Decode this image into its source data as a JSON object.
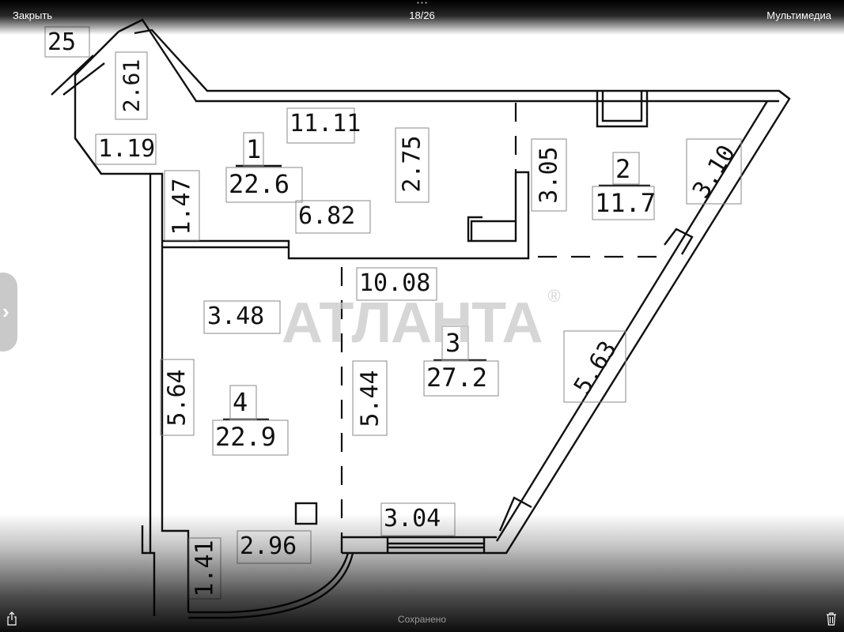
{
  "topbar": {
    "close_label": "Закрыть",
    "counter": "18/26",
    "media_label": "Мультимедиа"
  },
  "bottombar": {
    "status": "Сохранено",
    "share_icon": "share-icon",
    "trash_icon": "trash-icon"
  },
  "navigation": {
    "next_arrow": "›"
  },
  "image": {
    "type": "floor plan",
    "watermark": "АТЛАНТА",
    "watermark_mark": "®",
    "rooms": [
      {
        "number": "1",
        "area": "22.6"
      },
      {
        "number": "2",
        "area": "11.7"
      },
      {
        "number": "3",
        "area": "27.2"
      },
      {
        "number": "4",
        "area": "22.9"
      }
    ],
    "dimensions": {
      "d25": "25",
      "d261": "2.61",
      "d119": "1.19",
      "d1111": "11.11",
      "d275": "2.75",
      "d147": "1.47",
      "d682": "6.82",
      "d305": "3.05",
      "d310": "3.10",
      "d1008": "10.08",
      "d348": "3.48",
      "d564": "5.64",
      "d544": "5.44",
      "d563": "5.63",
      "d304": "3.04",
      "d296": "2.96",
      "d141": "1.41"
    }
  }
}
